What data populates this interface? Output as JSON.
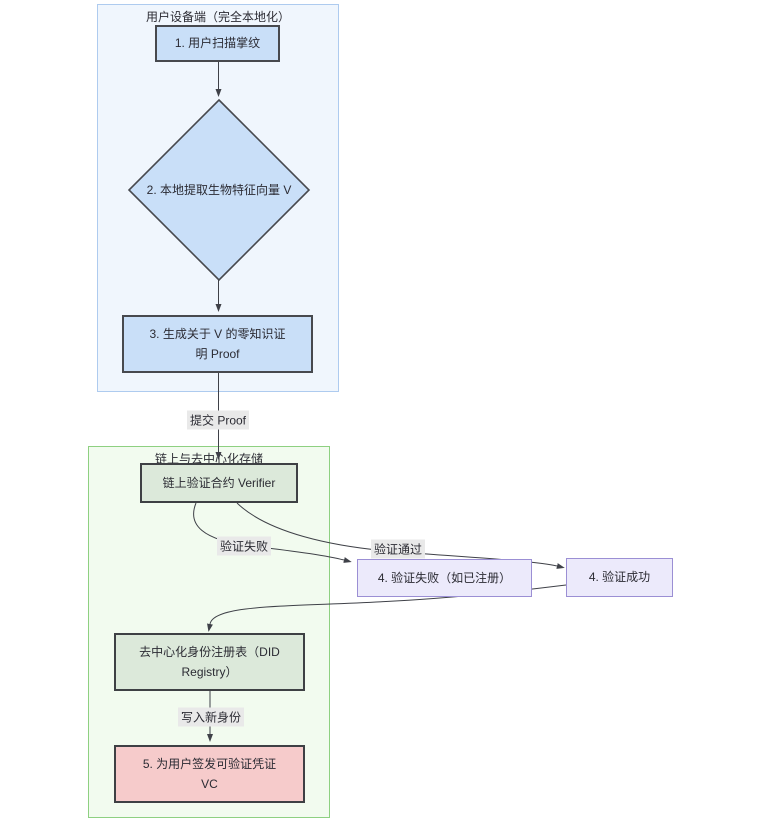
{
  "diagram": {
    "clusters": {
      "device": {
        "label": "用户设备端（完全本地化）"
      },
      "chain": {
        "label": "链上与去中心化存储"
      }
    },
    "nodes": {
      "scan": {
        "label": "1. 用户扫描掌纹"
      },
      "extract": {
        "label": "2. 本地提取生物特征向量 V"
      },
      "proof": {
        "lines": [
          "3. 生成关于 V 的零知识证",
          "明 Proof"
        ]
      },
      "verifier": {
        "label": "链上验证合约 Verifier"
      },
      "fail": {
        "label": "4. 验证失败（如已注册）"
      },
      "success": {
        "label": "4. 验证成功"
      },
      "registry": {
        "lines": [
          "去中心化身份注册表（DID",
          "Registry）"
        ]
      },
      "issue": {
        "lines": [
          "5. 为用户签发可验证凭证",
          "VC"
        ]
      }
    },
    "edge_labels": {
      "submit": "提交 Proof",
      "fail": "验证失败",
      "pass": "验证通过",
      "write": "写入新身份"
    }
  },
  "colors": {
    "node-blue-fill": "#c9dff8",
    "node-blue-border": "#47494e",
    "cluster-blue-fill": "#f0f6fd",
    "cluster-blue-border": "#aecbef",
    "node-green-fill": "#dce9da",
    "node-green-border": "#3e4044",
    "cluster-green-fill": "#f2fbef",
    "cluster-green-border": "#8ed081",
    "node-lavender-fill": "#eceafb",
    "node-lavender-border": "#9b8fd4",
    "node-pink-fill": "#f6cbcb",
    "node-pink-border": "#3e4044",
    "edge-color": "#3f4148",
    "edge-label-bg": "#e9e9e9",
    "text-color": "#2b2b33"
  }
}
